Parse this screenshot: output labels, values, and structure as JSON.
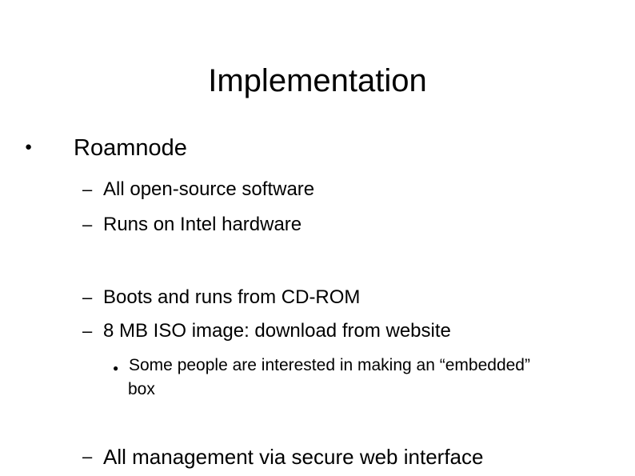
{
  "slide": {
    "title": "Implementation",
    "bullet": {
      "marker": "●",
      "text": "Roamnode",
      "subitems": [
        {
          "marker": "–",
          "text": "All open-source software"
        },
        {
          "marker": "–",
          "text": "Runs on Intel hardware"
        },
        {
          "marker": "–",
          "text": "Boots and runs from CD-ROM"
        },
        {
          "marker": "–",
          "text": "8 MB ISO image: download from website",
          "subitems": [
            {
              "marker": "●",
              "line1": "Some people are interested in making an “embedded”",
              "line2": "box"
            }
          ]
        },
        {
          "marker": "–",
          "text": "All management via secure web interface"
        }
      ]
    }
  }
}
